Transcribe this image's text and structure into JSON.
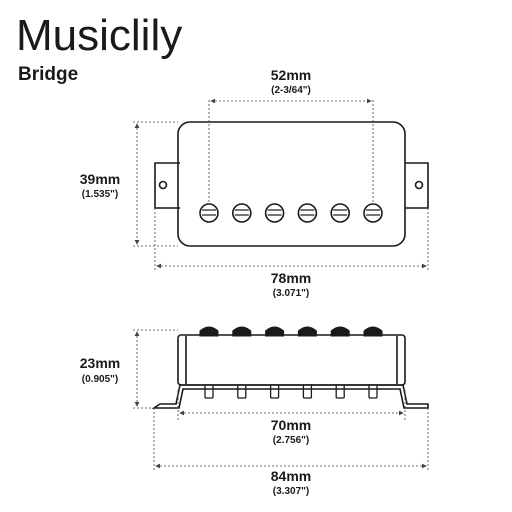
{
  "brand": "Musiclily",
  "subtitle": "Bridge",
  "top_view": {
    "pole_spacing": {
      "value": "52mm",
      "imperial": "(2-3/64\")"
    },
    "height": {
      "value": "39mm",
      "imperial": "(1.535\")"
    },
    "overall_length": {
      "value": "78mm",
      "imperial": "(3.071\")"
    },
    "pole_count": 6
  },
  "side_view": {
    "height": {
      "value": "23mm",
      "imperial": "(0.905\")"
    },
    "base_length": {
      "value": "70mm",
      "imperial": "(2.756\")"
    },
    "overall_length": {
      "value": "84mm",
      "imperial": "(3.307\")"
    },
    "pole_count": 6,
    "leg_count": 6
  }
}
